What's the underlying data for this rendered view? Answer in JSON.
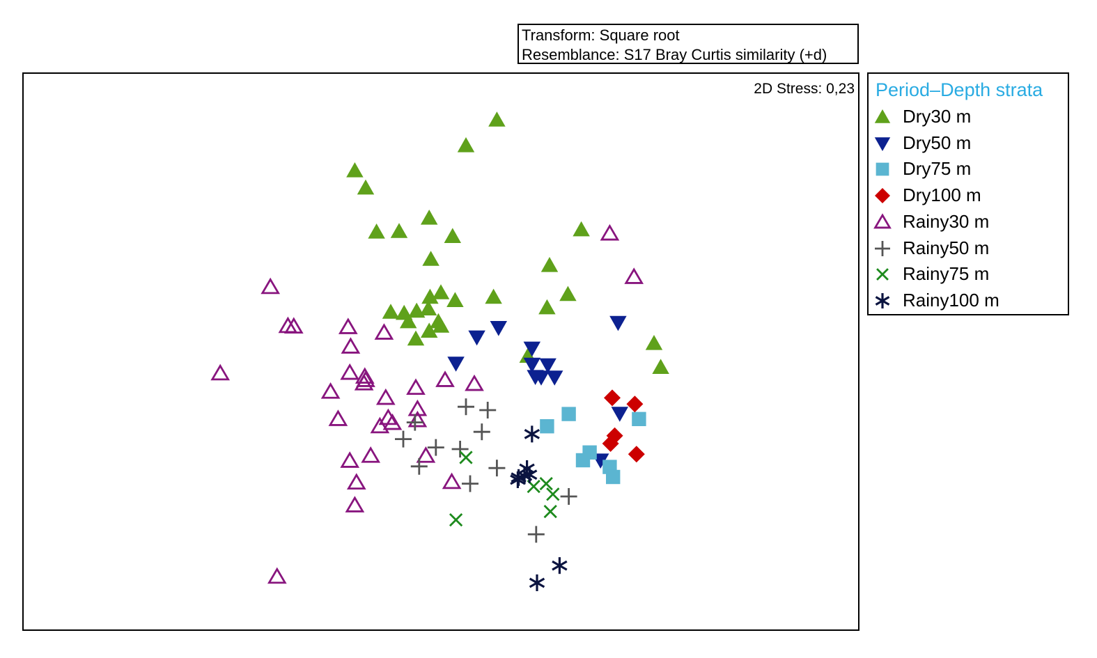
{
  "info": {
    "transform": "Transform: Square root",
    "resemblance": "Resemblance: S17 Bray Curtis similarity (+d)"
  },
  "chart_data": {
    "type": "scatter",
    "stress": "2D Stress: 0,23",
    "xlim": [
      0,
      100
    ],
    "ylim": [
      0,
      100
    ],
    "grid": false,
    "legend_position": "right",
    "legend_title": "Period–Depth strata",
    "legend_title_color": "#29abe2",
    "series": [
      {
        "name": "Dry30 m",
        "marker": "triangle-up-filled",
        "color": "#5fa11b",
        "points": [
          [
            56.7,
            91.6
          ],
          [
            53.0,
            87.0
          ],
          [
            39.7,
            82.5
          ],
          [
            41.0,
            79.4
          ],
          [
            48.6,
            74.0
          ],
          [
            42.3,
            71.5
          ],
          [
            45.0,
            71.6
          ],
          [
            51.4,
            70.7
          ],
          [
            66.8,
            71.9
          ],
          [
            48.8,
            66.6
          ],
          [
            63.0,
            65.5
          ],
          [
            50.0,
            60.6
          ],
          [
            48.7,
            59.8
          ],
          [
            56.3,
            59.8
          ],
          [
            65.2,
            60.3
          ],
          [
            51.7,
            59.2
          ],
          [
            62.7,
            57.9
          ],
          [
            44.0,
            57.1
          ],
          [
            45.6,
            56.9
          ],
          [
            47.1,
            57.3
          ],
          [
            48.5,
            57.7
          ],
          [
            46.1,
            55.4
          ],
          [
            49.7,
            55.4
          ],
          [
            50.0,
            54.6
          ],
          [
            48.6,
            53.7
          ],
          [
            47.0,
            52.3
          ],
          [
            75.5,
            51.5
          ],
          [
            76.3,
            47.2
          ],
          [
            60.4,
            49.2
          ]
        ]
      },
      {
        "name": "Dry50 m",
        "marker": "triangle-down-filled",
        "color": "#0c2190",
        "points": [
          [
            56.9,
            54.3
          ],
          [
            54.3,
            52.6
          ],
          [
            71.2,
            55.2
          ],
          [
            60.9,
            50.6
          ],
          [
            51.8,
            47.9
          ],
          [
            62.8,
            47.6
          ],
          [
            60.9,
            47.7
          ],
          [
            61.3,
            45.5
          ],
          [
            62.0,
            45.4
          ],
          [
            63.6,
            45.4
          ],
          [
            71.4,
            38.9
          ],
          [
            69.1,
            30.5
          ]
        ]
      },
      {
        "name": "Dry75 m",
        "marker": "square-filled",
        "color": "#5bb5d1",
        "points": [
          [
            65.3,
            38.8
          ],
          [
            73.7,
            37.9
          ],
          [
            62.7,
            36.6
          ],
          [
            67.8,
            31.9
          ],
          [
            67.0,
            30.5
          ],
          [
            70.2,
            29.3
          ],
          [
            70.6,
            27.5
          ]
        ]
      },
      {
        "name": "Dry100 m",
        "marker": "diamond-filled",
        "color": "#cc0000",
        "points": [
          [
            70.5,
            41.7
          ],
          [
            73.2,
            40.6
          ],
          [
            70.8,
            34.9
          ],
          [
            70.3,
            33.5
          ],
          [
            73.4,
            31.6
          ]
        ]
      },
      {
        "name": "Rainy30 m",
        "marker": "triangle-up-open",
        "color": "#88157e",
        "points": [
          [
            70.2,
            71.2
          ],
          [
            73.1,
            63.4
          ],
          [
            29.6,
            61.6
          ],
          [
            31.7,
            54.6
          ],
          [
            32.4,
            54.5
          ],
          [
            38.9,
            54.4
          ],
          [
            43.2,
            53.4
          ],
          [
            39.2,
            50.9
          ],
          [
            23.6,
            46.1
          ],
          [
            39.1,
            46.2
          ],
          [
            40.9,
            45.5
          ],
          [
            41.0,
            44.9
          ],
          [
            40.8,
            44.3
          ],
          [
            50.5,
            44.9
          ],
          [
            54.0,
            44.2
          ],
          [
            47.0,
            43.5
          ],
          [
            36.8,
            42.8
          ],
          [
            43.4,
            41.7
          ],
          [
            47.2,
            39.7
          ],
          [
            43.7,
            38.1
          ],
          [
            37.7,
            37.9
          ],
          [
            44.2,
            37.2
          ],
          [
            42.7,
            36.6
          ],
          [
            47.2,
            37.7
          ],
          [
            48.2,
            31.3
          ],
          [
            41.6,
            31.3
          ],
          [
            39.1,
            30.4
          ],
          [
            39.9,
            26.5
          ],
          [
            51.3,
            26.6
          ],
          [
            39.7,
            22.4
          ],
          [
            30.4,
            9.6
          ]
        ]
      },
      {
        "name": "Rainy50 m",
        "marker": "plus",
        "color": "#555555",
        "points": [
          [
            53.0,
            40.1
          ],
          [
            55.6,
            39.5
          ],
          [
            46.9,
            37.3
          ],
          [
            54.9,
            35.6
          ],
          [
            45.5,
            34.3
          ],
          [
            49.4,
            32.8
          ],
          [
            52.3,
            32.5
          ],
          [
            47.4,
            29.4
          ],
          [
            56.7,
            29.1
          ],
          [
            53.5,
            26.3
          ],
          [
            65.3,
            24.0
          ],
          [
            61.4,
            17.2
          ]
        ]
      },
      {
        "name": "Rainy75 m",
        "marker": "x",
        "color": "#1d8a1d",
        "points": [
          [
            53.0,
            31.0
          ],
          [
            62.6,
            26.3
          ],
          [
            61.1,
            25.8
          ],
          [
            63.4,
            24.4
          ],
          [
            63.1,
            21.3
          ],
          [
            51.8,
            19.8
          ]
        ]
      },
      {
        "name": "Rainy100 m",
        "marker": "asterisk",
        "color": "#0b1440",
        "points": [
          [
            60.9,
            35.2
          ],
          [
            60.3,
            29.0
          ],
          [
            60.6,
            27.9
          ],
          [
            59.3,
            27.4
          ],
          [
            60.0,
            27.7
          ],
          [
            59.2,
            27.0
          ],
          [
            64.2,
            11.6
          ],
          [
            61.5,
            8.5
          ]
        ]
      }
    ]
  }
}
